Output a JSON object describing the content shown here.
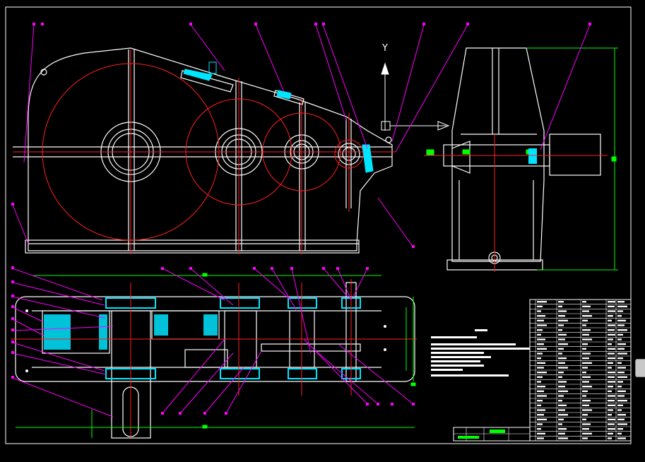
{
  "title": "",
  "colors": {
    "background": "#000000",
    "outline": "#ffffff",
    "centerline": "#ff2020",
    "dimension": "#00ff00",
    "leader": "#ff00ff",
    "section": "#00e5ff"
  },
  "axis_label": "Y",
  "components": [
    "drawing-frame",
    "front-view-gearbox",
    "side-view-gearbox",
    "plan-section-view",
    "notes-block",
    "parts-list-table",
    "title-block"
  ],
  "parts_list": {
    "rows": 30,
    "columns": 6
  },
  "notes": {
    "lines": 10
  }
}
